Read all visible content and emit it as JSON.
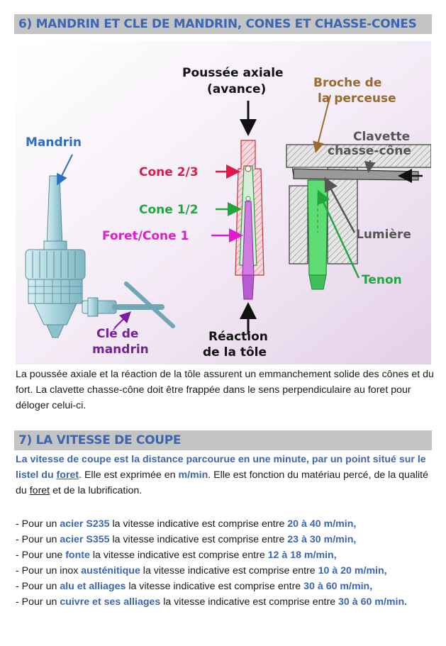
{
  "section6": {
    "title": "6) MANDRIN ET CLE DE MANDRIN, CONES ET CHASSE-CONES",
    "figure_labels": {
      "mandrin": "Mandrin",
      "cle_line1": "Clé de",
      "cle_line2": "mandrin",
      "poussee_line1": "Poussée axiale",
      "poussee_line2": "(avance)",
      "cone23": "Cone 2/3",
      "cone12": "Cone 1/2",
      "foret_cone1": "Foret/Cone 1",
      "reaction_line1": "Réaction",
      "reaction_line2": "de la tôle",
      "broche_line1": "Broche de",
      "broche_line2": "la perceuse",
      "clavette_line1": "Clavette",
      "clavette_line2": "chasse-cône",
      "lumiere": "Lumière",
      "tenon": "Tenon"
    },
    "caption": "La poussée axiale et la réaction de la tôle assurent un emmanchement solide des cônes et du fort. La clavette chasse-cône doit être frappée dans le sens perpendiculaire au foret pour déloger celui-ci."
  },
  "section7": {
    "title": "7) LA VITESSE DE COUPE",
    "intro": {
      "bold_part": "La vitesse de coupe est la distance parcourue en une minute, par un point situé sur le listel du ",
      "bold_link": "foret",
      "text1": ". Elle est exprimée en ",
      "unit": "m/min",
      "text2": ". Elle est fonction du matériau percé, de la qualité du ",
      "link2": "foret",
      "text3": " et de la lubrification."
    },
    "speeds": [
      {
        "prefix": "- Pour un ",
        "material": "acier S235",
        "middle": " la vitesse indicative est comprise entre ",
        "range": "20 à 40 m/min,"
      },
      {
        "prefix": "- Pour un ",
        "material": "acier S355",
        "middle": " la vitesse indicative est comprise entre ",
        "range": "23 à 30 m/min,"
      },
      {
        "prefix": "- Pour une ",
        "material": "fonte",
        "middle": " la vitesse indicative est comprise entre ",
        "range": "12 à 18 m/min,"
      },
      {
        "prefix": "- Pour un inox ",
        "material": "austénitique",
        "middle": " la vitesse indicative est comprise entre ",
        "range": "10 à 20 m/min,"
      },
      {
        "prefix": "- Pour un ",
        "material": "alu et alliages",
        "middle": " la vitesse indicative est comprise entre ",
        "range": "30 à 60 m/min,"
      },
      {
        "prefix": "- Pour un ",
        "material": "cuivre et ses alliages",
        "middle": " la vitesse indicative est comprise entre ",
        "range": "30 à 60 m/min."
      }
    ]
  },
  "colors": {
    "title_blue": "#3d66b0",
    "banner_gray": "#c4c4c4",
    "label_blue": "#2c6fc0",
    "label_red": "#e0194a",
    "label_green": "#22a53c",
    "label_magenta": "#e01bd0",
    "label_purple": "#7a1e9e",
    "label_brown": "#9a6a2e",
    "label_gray": "#555555"
  }
}
